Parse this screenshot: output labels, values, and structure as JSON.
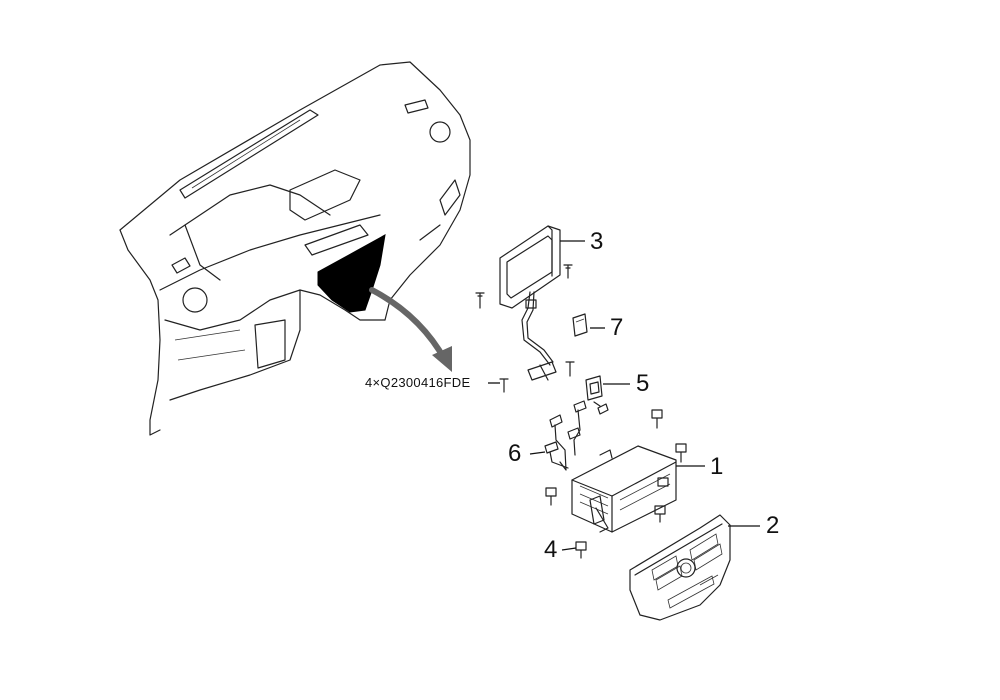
{
  "callouts": {
    "c1": "1",
    "c2": "2",
    "c3": "3",
    "c4": "4",
    "c5": "5",
    "c6": "6",
    "c7": "7"
  },
  "fastener_note": "4×Q2300416FDE",
  "colors": {
    "line": "#222222",
    "fill_dark": "#000000",
    "background": "#ffffff",
    "arrow": "#666666"
  }
}
